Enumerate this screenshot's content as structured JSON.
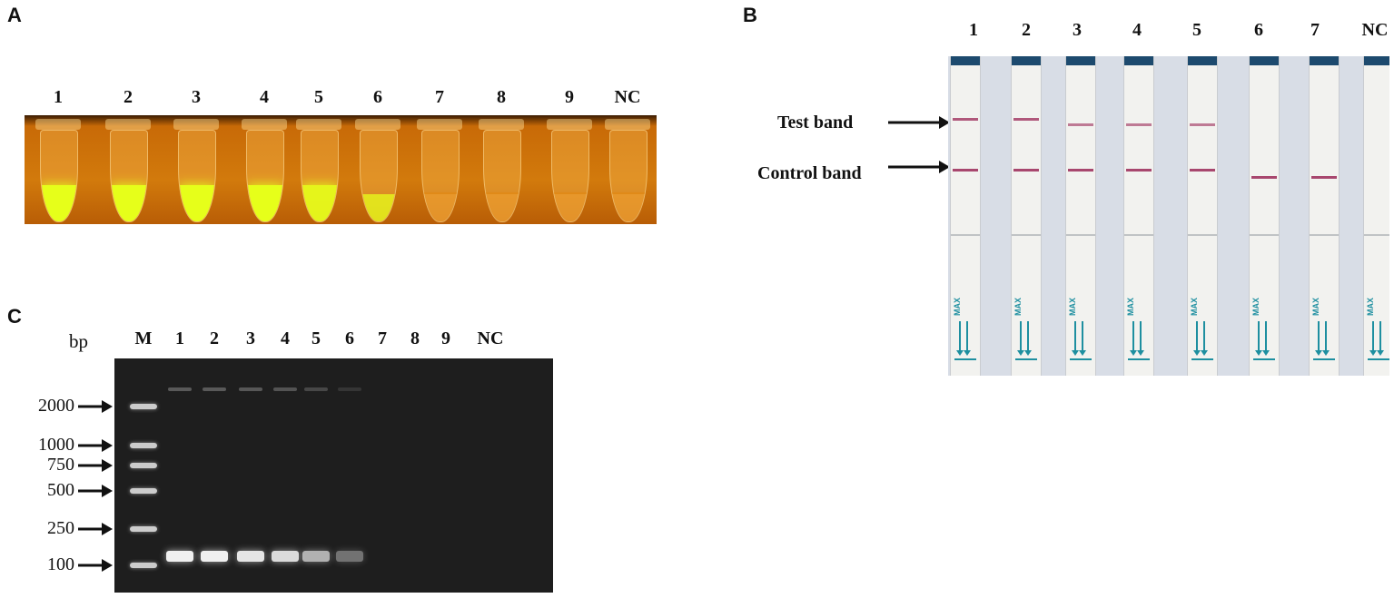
{
  "panel_a": {
    "letter": "A",
    "lanes": [
      "1",
      "2",
      "3",
      "4",
      "5",
      "6",
      "7",
      "8",
      "9",
      "NC"
    ]
  },
  "panel_b": {
    "letter": "B",
    "lanes": [
      "1",
      "2",
      "3",
      "4",
      "5",
      "6",
      "7",
      "NC"
    ],
    "test_band_label": "Test band",
    "control_band_label": "Control band",
    "strip_text": "MAX"
  },
  "panel_c": {
    "letter": "C",
    "unit_label": "bp",
    "marker_label": "M",
    "lanes": [
      "1",
      "2",
      "3",
      "4",
      "5",
      "6",
      "7",
      "8",
      "9",
      "NC"
    ],
    "ladder_sizes": [
      "2000",
      "1000",
      "750",
      "500",
      "250",
      "100"
    ]
  },
  "colors": {
    "fluorescent_yellow": "#e6ff1a",
    "negative_orange": "#e08a18",
    "gel_background": "#1e1e1e",
    "band_magenta": "#a8476e",
    "strip_arrow_teal": "#1e8fa0"
  }
}
